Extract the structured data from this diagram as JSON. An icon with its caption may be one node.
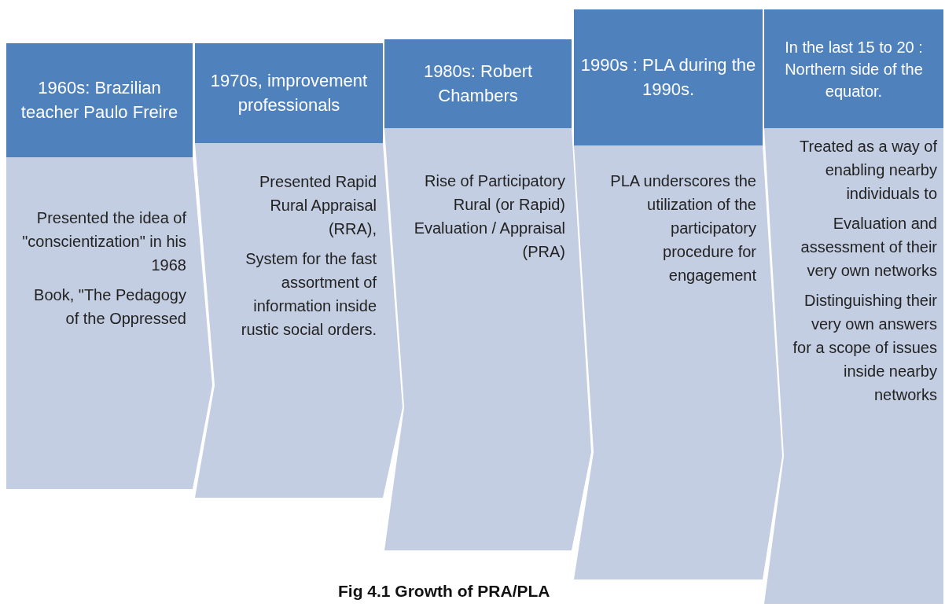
{
  "diagram": {
    "caption": "Fig 4.1 Growth of PRA/PLA",
    "nodes": [
      {
        "text": [
          "1960s: Brazilian teacher Paulo Freire"
        ]
      },
      {
        "text": [
          "Presented the idea of \"conscientization\" in his 1968",
          "Book, \"The Pedagogy of the Oppressed"
        ]
      },
      {
        "text": [
          "1970s, improvement professionals"
        ]
      },
      {
        "text": [
          "Presented Rapid Rural Appraisal (RRA),",
          "System for the fast assortment of information inside rustic social orders."
        ]
      },
      {
        "text": [
          "1980s: Robert Chambers"
        ]
      },
      {
        "text": [
          "Rise of Participatory Rural (or Rapid) Evaluation / Appraisal (PRA)"
        ]
      },
      {
        "text": [
          "1990s : PLA during the 1990s."
        ]
      },
      {
        "text": [
          "PLA underscores the utilization of the participatory procedure for engagement"
        ]
      },
      {
        "text": [
          "In the last 15 to 20 : Northern side of the equator."
        ]
      },
      {
        "text": [
          "Treated as a way of enabling nearby individuals to",
          "Evaluation and assessment of their very own networks",
          "Distinguishing their very own answers for a scope of issues inside nearby networks"
        ]
      }
    ]
  }
}
